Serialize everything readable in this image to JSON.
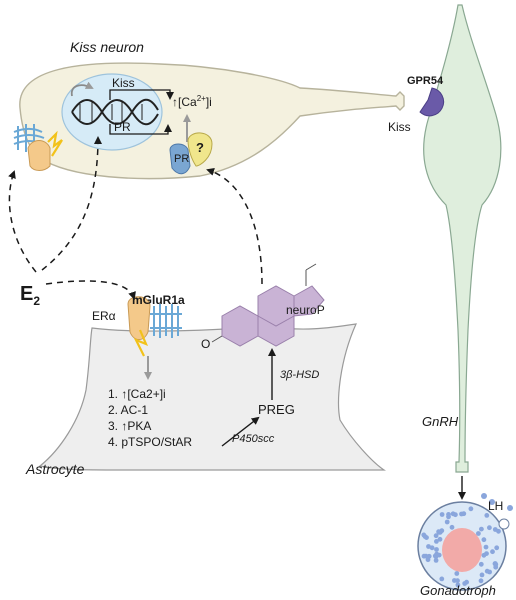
{
  "labels": {
    "kiss_neuron": "Kiss neuron",
    "kiss_gene": "Kiss",
    "pr_gene": "PR",
    "ca_i": "↑[Ca2+]i",
    "ca_base": "↑[Ca",
    "ca_sup": "2+",
    "ca_tail": "]i",
    "pr_receptor": "PR",
    "question": "?",
    "gpr54": "GPR54",
    "kiss_peptide": "Kiss",
    "e2": "E2",
    "e2_main": "E",
    "e2_sub": "2",
    "era": "ERα",
    "mglur1a": "mGluR1a",
    "astrocyte": "Astrocyte",
    "neurop": "neuroP",
    "steroid_o": "O",
    "hsd": "3β-HSD",
    "preg": "PREG",
    "p450scc": "P450scc",
    "gnrh": "GnRH",
    "lh": "LH",
    "gonadotroph": "Gonadotroph"
  },
  "astrocyte_steps": [
    "1. ↑[Ca2+]i",
    "2. AC-1",
    "3. ↑PKA",
    "4. pTSPO/StAR"
  ],
  "colors": {
    "neuron_fill": "#f4f1df",
    "nucleus_fill": "#d6ebf7",
    "astrocyte_fill": "#eeeeee",
    "gnrh_fill": "#dfeedd",
    "steroid_fill": "#c9b3d5",
    "receptor_blue": "#6aa8d6",
    "receptor_orange": "#f4c98a",
    "lightning_yellow": "#f2c21a",
    "gpr54_purple": "#6a5aa8",
    "pr_blue": "#7aa6d2",
    "question_yellow": "#f0e68c",
    "gonadotroph_fill": "#dce9f7",
    "lh_dots": "#8aa6dc",
    "gonadotroph_nucleus": "#f2aaa8"
  }
}
